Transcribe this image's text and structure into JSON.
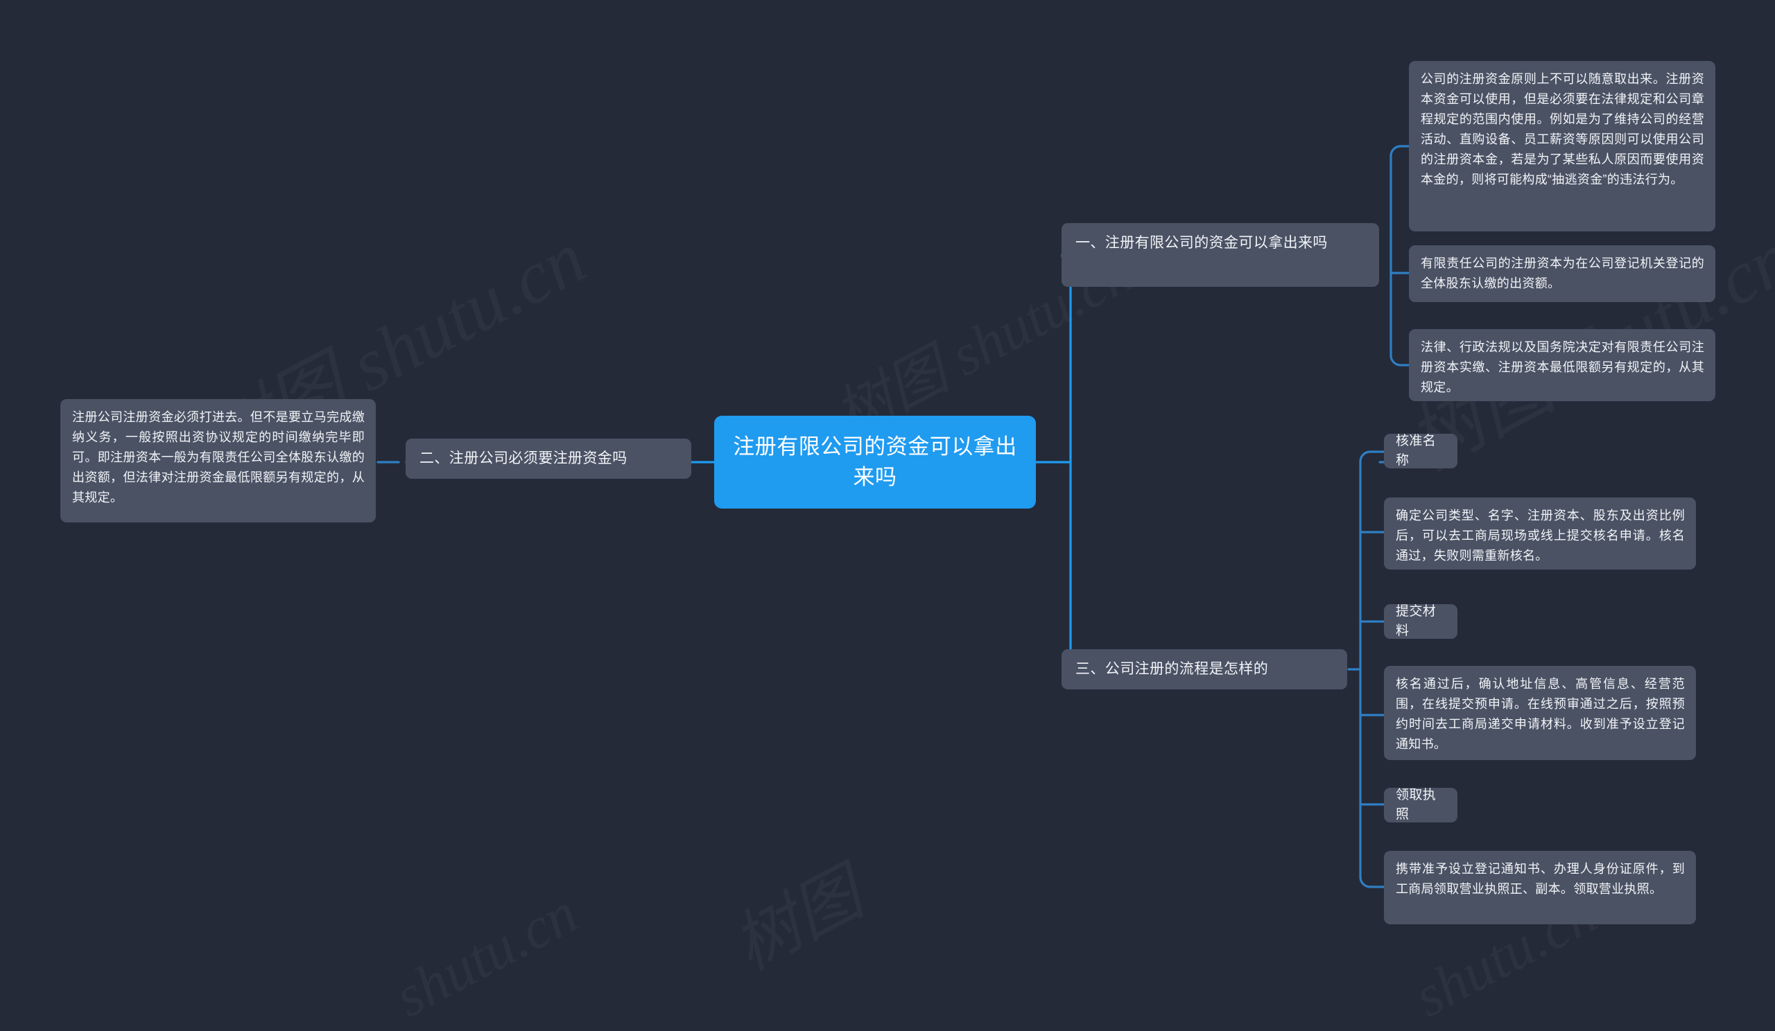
{
  "meta": {
    "background_color": "#242a38",
    "node_color": "#4a5264",
    "root_color": "#1f9bf0",
    "link_color": "#1f9bf0",
    "sub_link_color": "#2f7fc4",
    "text_color": "#f2f4f7"
  },
  "watermark": {
    "text_cn": "树图",
    "text_en": "shutu.cn",
    "full": "树图 shutu.cn"
  },
  "mindmap": {
    "root": {
      "label": "注册有限公司的资金可以拿出来吗"
    },
    "branches": [
      {
        "id": "branch-1",
        "label": "一、注册有限公司的资金可以拿出来吗",
        "children": [
          {
            "id": "b1-c1",
            "label": "公司的注册资金原则上不可以随意取出来。注册资本资金可以使用，但是必须要在法律规定和公司章程规定的范围内使用。例如是为了维持公司的经营活动、直购设备、员工薪资等原因则可以使用公司的注册资本金，若是为了某些私人原因而要使用资本金的，则将可能构成“抽逃资金”的违法行为。"
          },
          {
            "id": "b1-c2",
            "label": "有限责任公司的注册资本为在公司登记机关登记的全体股东认缴的出资额。"
          },
          {
            "id": "b1-c3",
            "label": "法律、行政法规以及国务院决定对有限责任公司注册资本实缴、注册资本最低限额另有规定的，从其规定。"
          }
        ]
      },
      {
        "id": "branch-2",
        "label": "二、注册公司必须要注册资金吗",
        "children": [
          {
            "id": "b2-c1",
            "label": "注册公司注册资金必须打进去。但不是要立马完成缴纳义务，一般按照出资协议规定的时间缴纳完毕即可。即注册资本一般为有限责任公司全体股东认缴的出资额，但法律对注册资金最低限额另有规定的，从其规定。"
          }
        ]
      },
      {
        "id": "branch-3",
        "label": "三、公司注册的流程是怎样的",
        "children": [
          {
            "id": "b3-s1",
            "label": "核准名称"
          },
          {
            "id": "b3-c1",
            "label": "确定公司类型、名字、注册资本、股东及出资比例后，可以去工商局现场或线上提交核名申请。核名通过，失败则需重新核名。"
          },
          {
            "id": "b3-s2",
            "label": "提交材料"
          },
          {
            "id": "b3-c2",
            "label": "核名通过后，确认地址信息、高管信息、经营范围，在线提交预申请。在线预审通过之后，按照预约时间去工商局递交申请材料。收到准予设立登记通知书。"
          },
          {
            "id": "b3-s3",
            "label": "领取执照"
          },
          {
            "id": "b3-c3",
            "label": "携带准予设立登记通知书、办理人身份证原件，到工商局领取营业执照正、副本。领取营业执照。"
          }
        ]
      }
    ]
  }
}
